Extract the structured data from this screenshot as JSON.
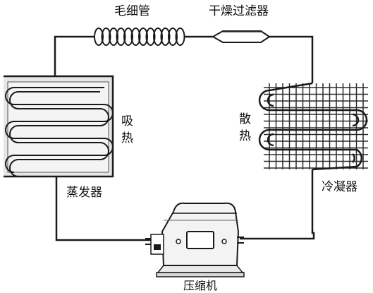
{
  "labels": {
    "capillary": "毛细管",
    "dryer_filter": "干燥过滤器",
    "absorb_heat": "吸热",
    "release_heat": "散热",
    "evaporator": "蒸发器",
    "condenser": "冷凝器",
    "compressor": "压缩机"
  },
  "colors": {
    "line": "#1a1a1a",
    "background": "#ffffff",
    "evaporator_fill": "#e9e9e9",
    "compressor_fill": "#f2f2f2"
  }
}
